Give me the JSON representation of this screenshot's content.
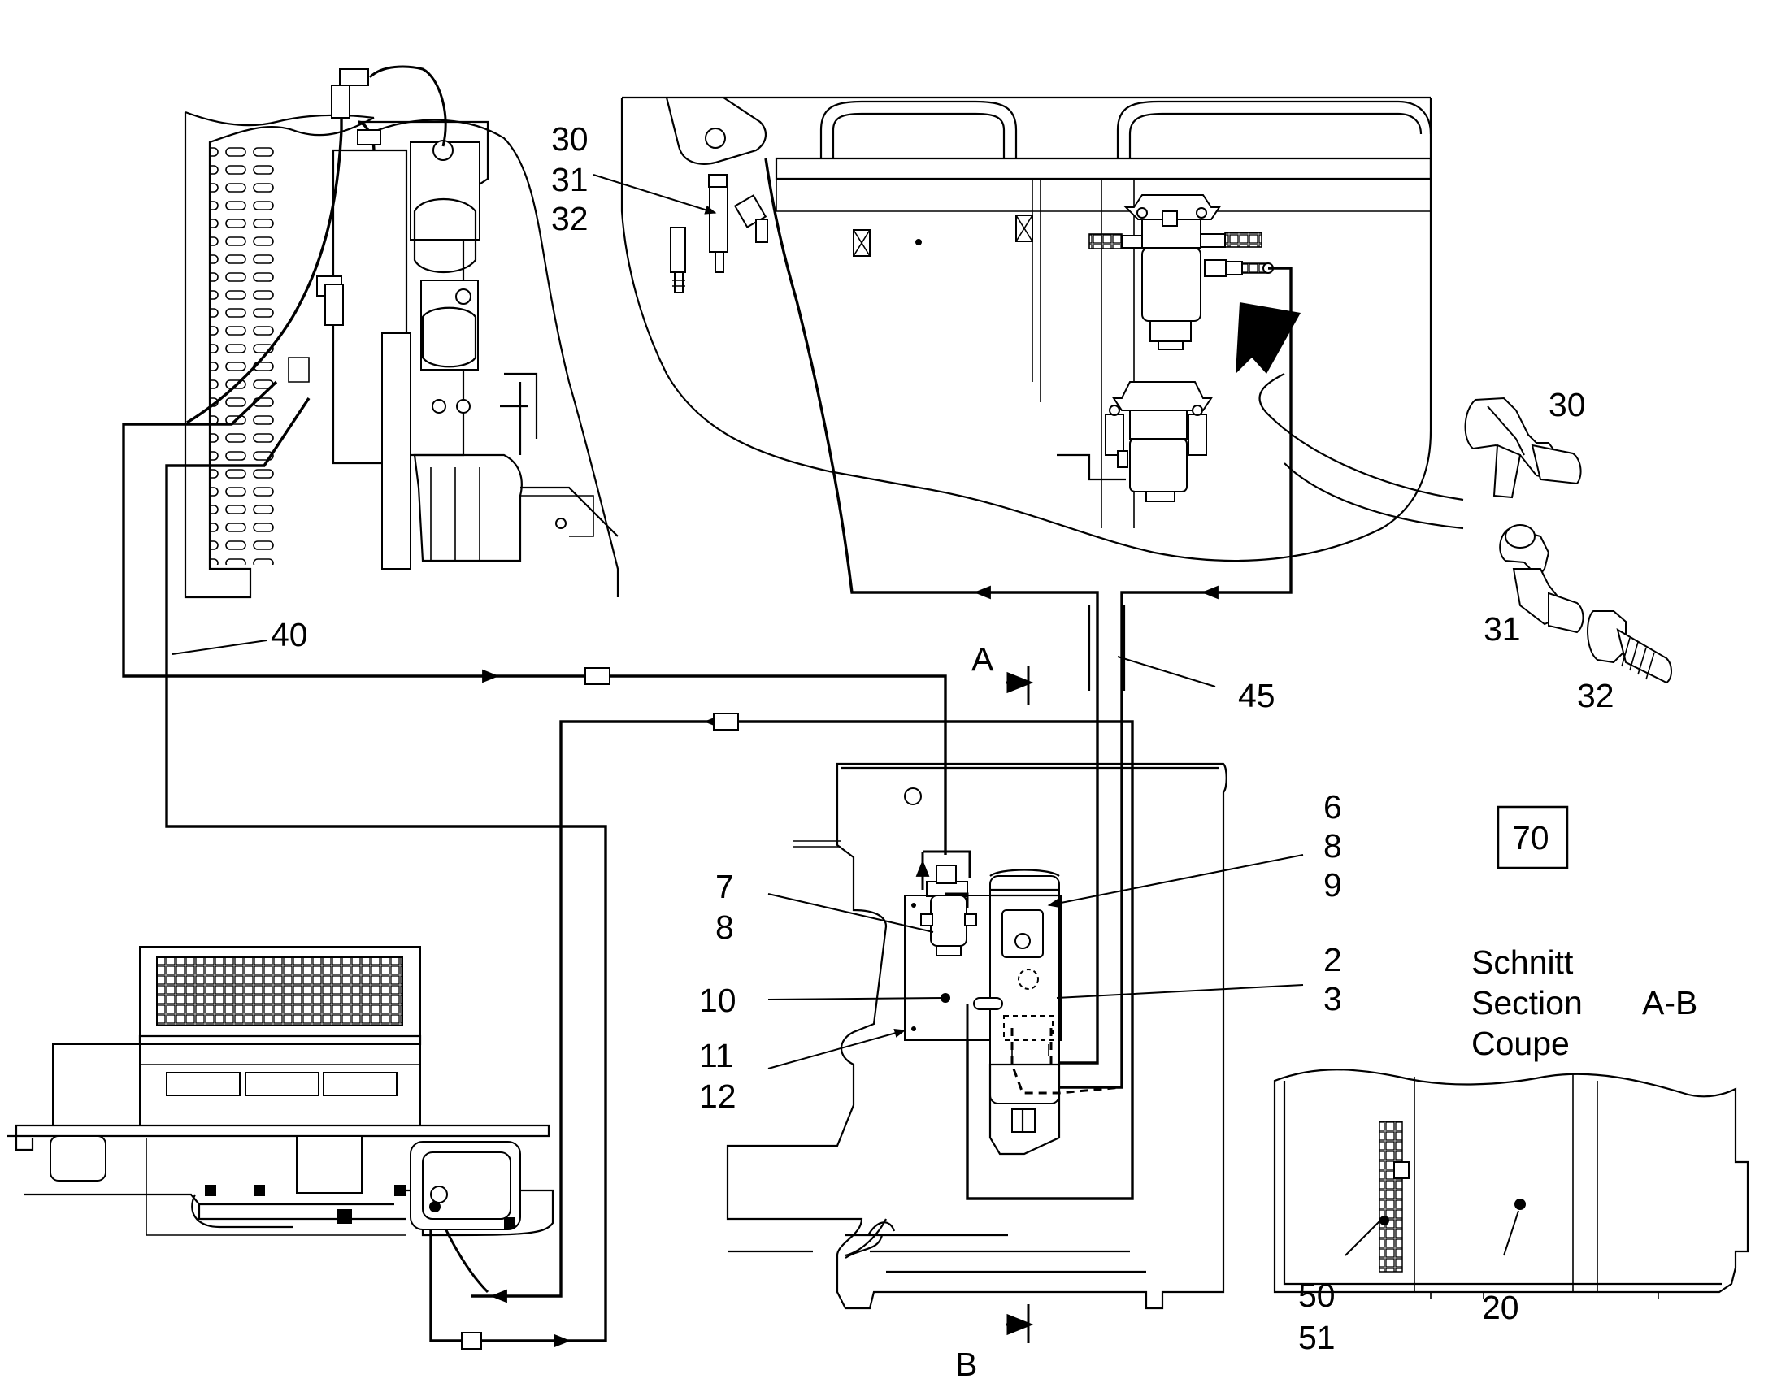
{
  "callouts": {
    "c30_stack": [
      "30",
      "31",
      "32"
    ],
    "c40": "40",
    "c45": "45",
    "c6_stack": [
      "6",
      "8",
      "9"
    ],
    "c7_stack": [
      "7",
      "8"
    ],
    "c10": "10",
    "c2_stack": [
      "2",
      "3"
    ],
    "c11_stack": [
      "11",
      "12"
    ],
    "c30_detail": "30",
    "c31_detail": "31",
    "c32_detail": "32",
    "c50_stack": [
      "50",
      "51"
    ],
    "c20": "20"
  },
  "box_label": "70",
  "section_markers": {
    "a": "A",
    "b": "B"
  },
  "section_caption": {
    "line1": "Schnitt",
    "line2": "Section",
    "line2_suffix": "A-B",
    "line3": "Coupe"
  }
}
